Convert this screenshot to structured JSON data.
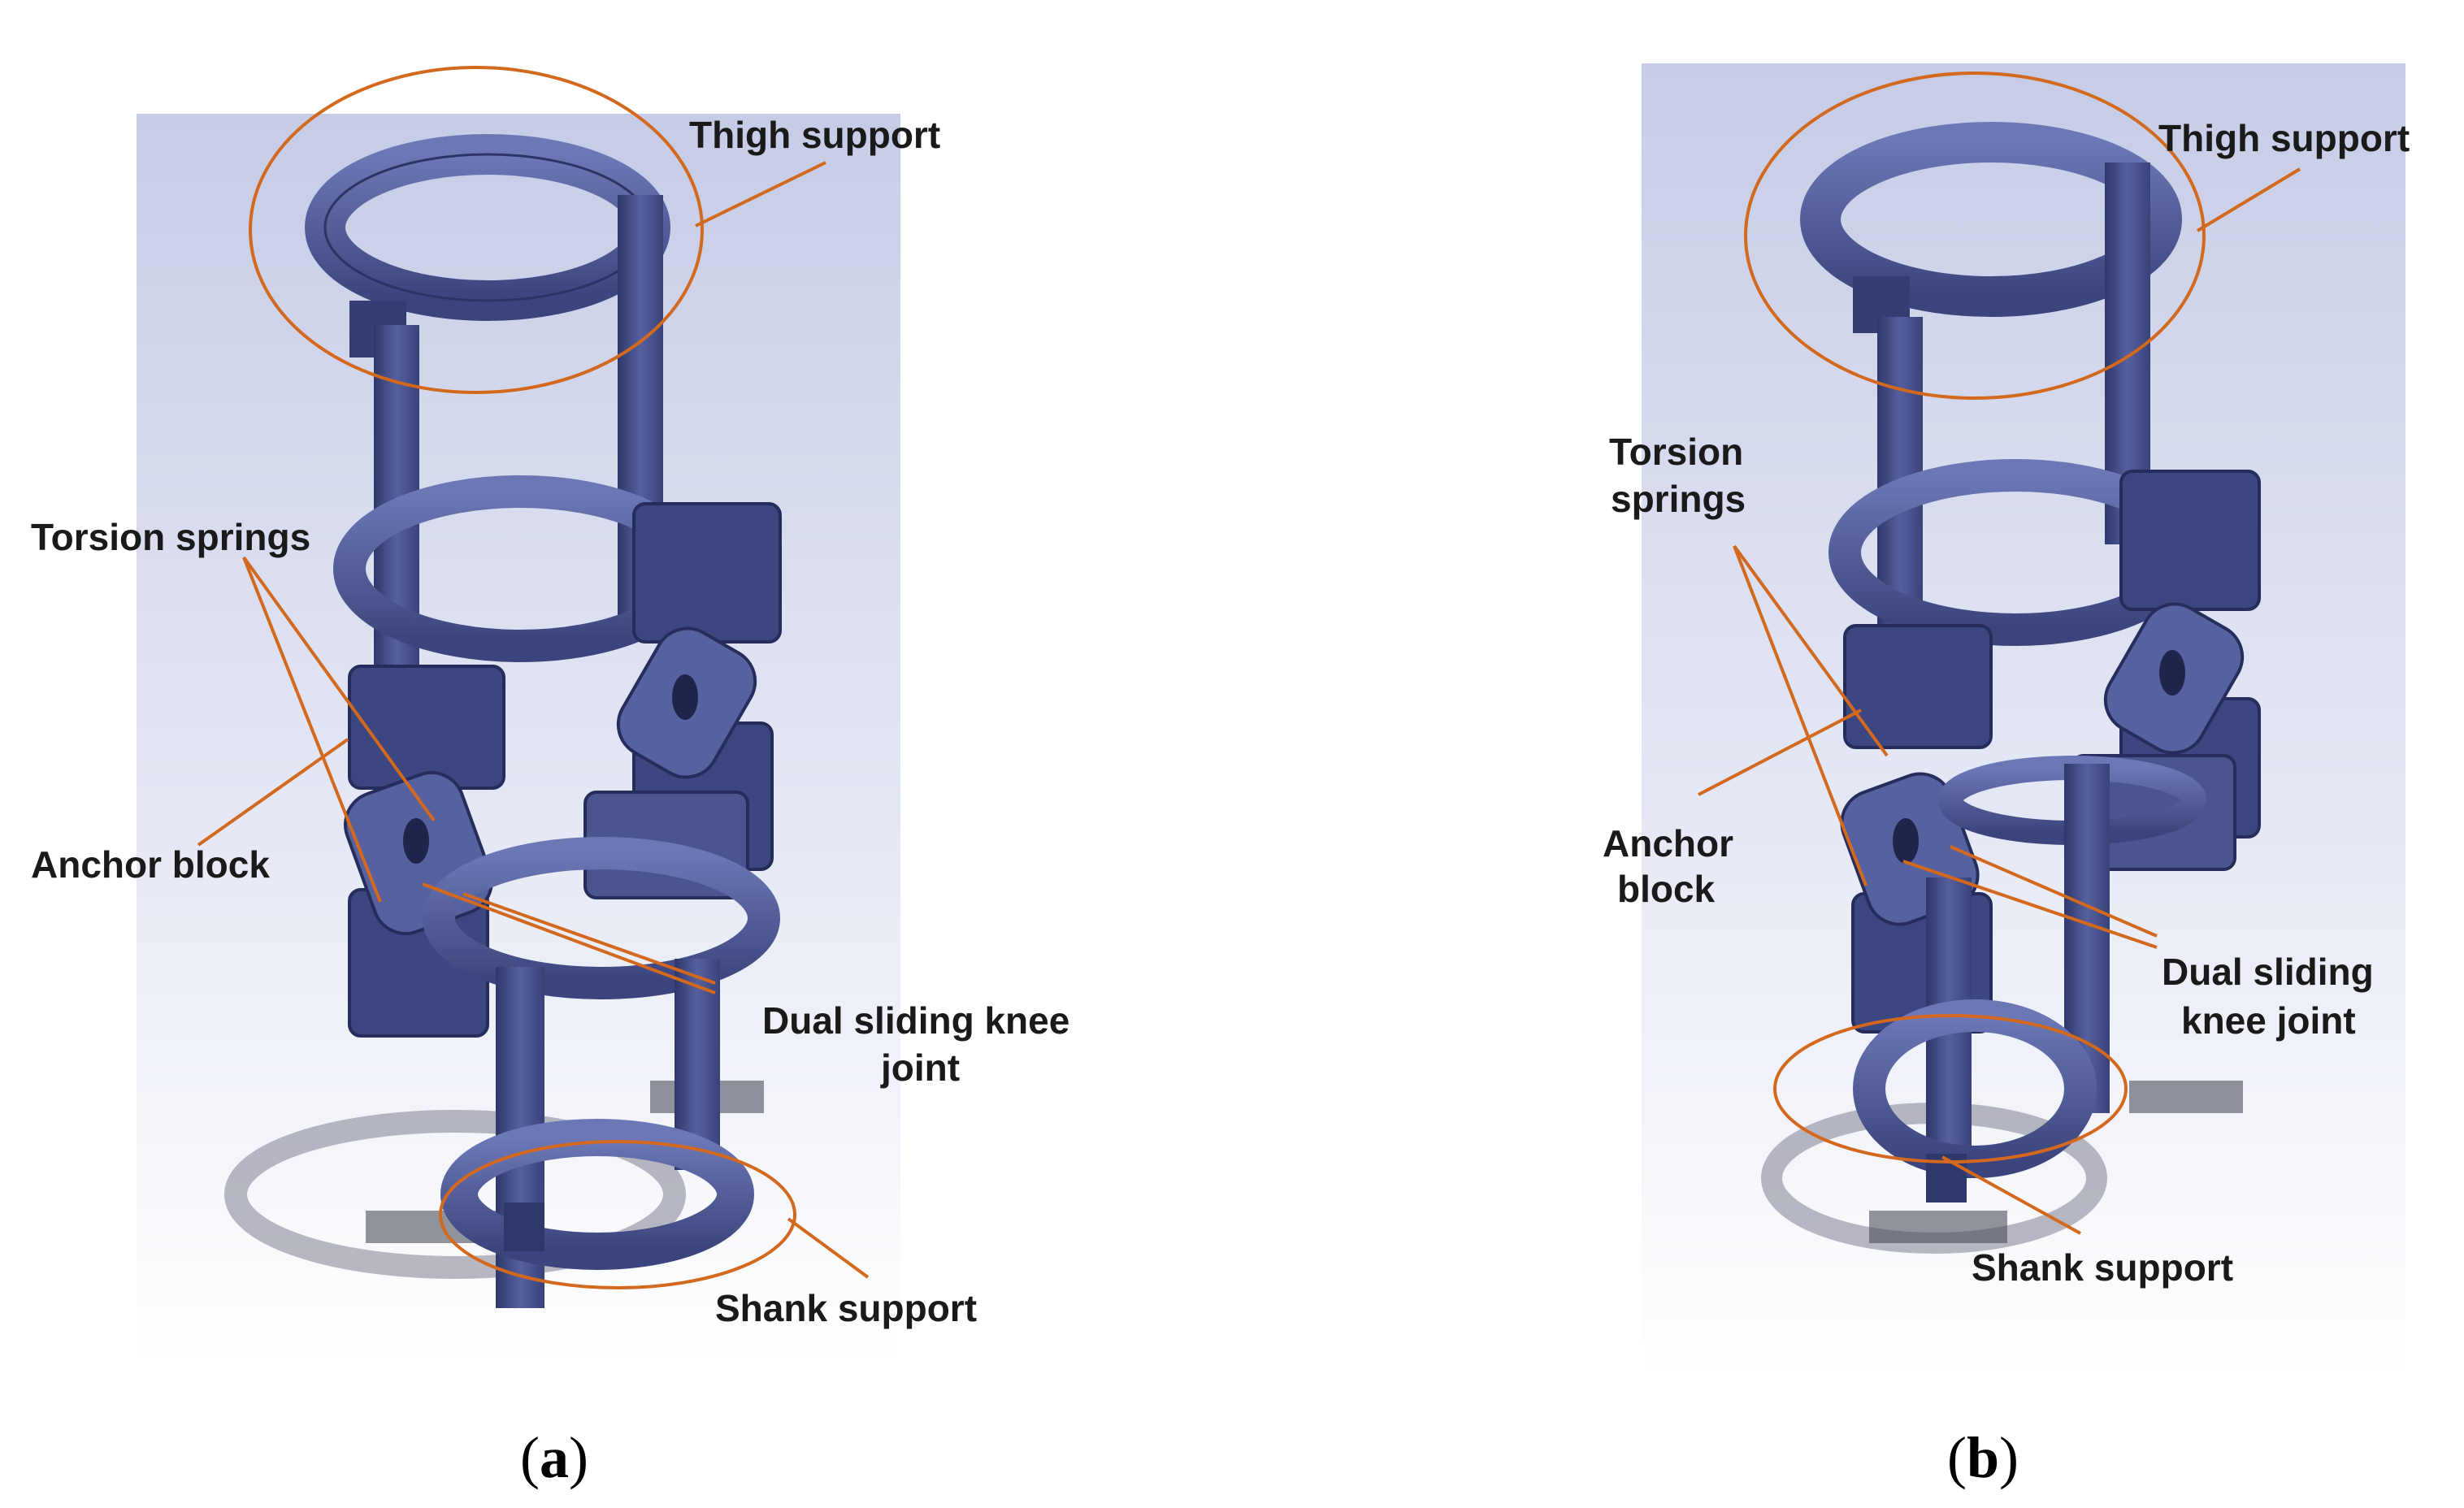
{
  "panels": [
    {
      "caption_open": "(",
      "caption_letter": "a",
      "caption_close": ")",
      "labels": {
        "thigh_support": "Thigh support",
        "torsion_springs": "Torsion springs",
        "anchor_block": "Anchor block",
        "dual_sliding_line1": "Dual sliding knee",
        "dual_sliding_line2": "joint",
        "shank_support": "Shank support"
      }
    },
    {
      "caption_open": "(",
      "caption_letter": "b",
      "caption_close": ")",
      "labels": {
        "thigh_support": "Thigh support",
        "torsion_line1": "Torsion",
        "torsion_line2": "springs",
        "anchor_line1": "Anchor",
        "anchor_line2": "block",
        "dual_line1": "Dual sliding",
        "dual_line2": "knee joint",
        "shank_support": "Shank support"
      }
    }
  ],
  "colors": {
    "frame": "#4a5590",
    "frame_dark": "#2e3768",
    "frame_light": "#7a86c0",
    "callout": "#d2691e",
    "background_gradient_top": "#c9cfe8",
    "background_gradient_bottom": "#ffffff"
  }
}
